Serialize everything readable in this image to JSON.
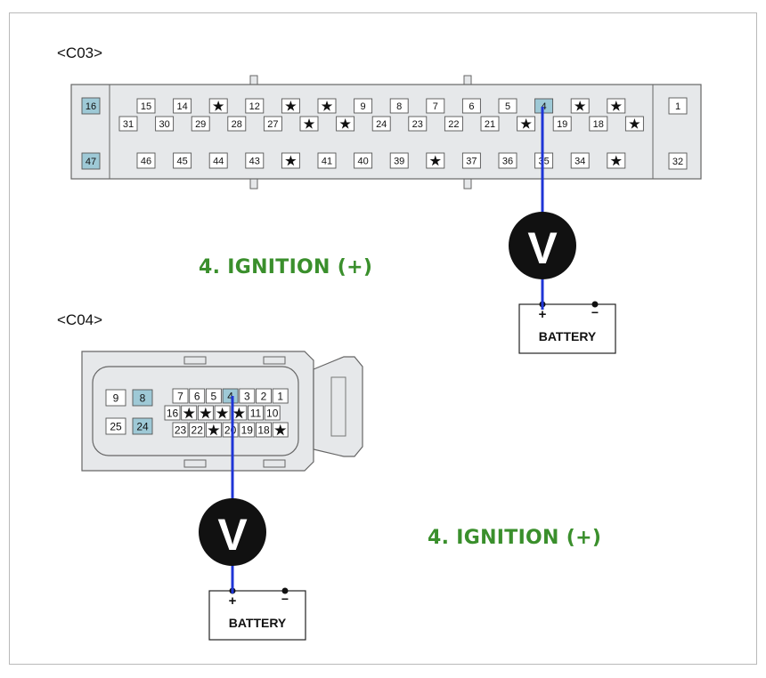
{
  "labels": {
    "c03": "<C03>",
    "c04": "<C04>",
    "ignition_c03": "4. IGNITION (+)",
    "ignition_c04": "4. IGNITION (+)",
    "meter_symbol": "V",
    "battery": "BATTERY",
    "battery_plus": "+",
    "battery_minus": "−"
  },
  "colors": {
    "wire": "#1f35d6",
    "highlight_pin": "#9ec9d6",
    "green_text": "#3a8f2c",
    "connector_fill": "#e6e8ea"
  },
  "c03": {
    "left_pins": [
      "16",
      "47"
    ],
    "right_pins": [
      "1",
      "32"
    ],
    "row1": [
      "15",
      "14",
      "*",
      "12",
      "*",
      "*",
      "9",
      "8",
      "7",
      "6",
      "5",
      "4",
      "*",
      "*"
    ],
    "row2": [
      "31",
      "30",
      "29",
      "28",
      "27",
      "*",
      "*",
      "24",
      "23",
      "22",
      "21",
      "*",
      "19",
      "18",
      "*"
    ],
    "row3": [
      "46",
      "45",
      "44",
      "43",
      "*",
      "41",
      "40",
      "39",
      "*",
      "37",
      "36",
      "35",
      "34",
      "*"
    ],
    "highlighted": [
      "16",
      "47",
      "4"
    ]
  },
  "c04": {
    "left_top": [
      "9",
      "8"
    ],
    "left_bottom": [
      "25",
      "24"
    ],
    "row1": [
      "7",
      "6",
      "5",
      "4",
      "3",
      "2",
      "1"
    ],
    "row2": [
      "16",
      "*",
      "*",
      "*",
      "*",
      "11",
      "10"
    ],
    "row3": [
      "23",
      "22",
      "*",
      "20",
      "19",
      "18",
      "*"
    ],
    "highlighted": [
      "8",
      "24",
      "4"
    ]
  }
}
